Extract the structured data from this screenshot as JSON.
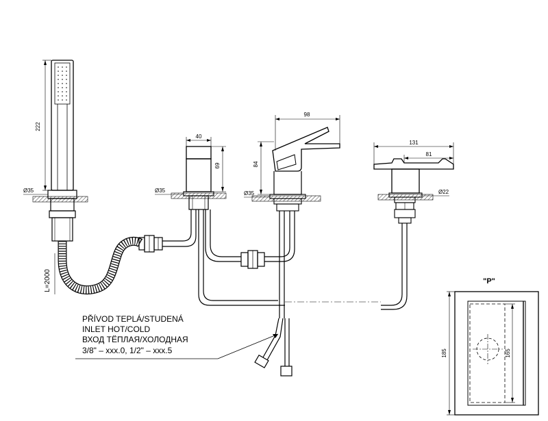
{
  "dimensions": {
    "shower_length": "222",
    "shower_hole_dia": "Ø35",
    "hose_length": "L=2000",
    "valve_width": "40",
    "valve_height": "69",
    "valve_hole_dia": "Ø35",
    "mixer_reach": "98",
    "mixer_height": "84",
    "mixer_hole_dia": "Ø35",
    "spout_length": "131",
    "spout_outlet": "81",
    "spout_hole_dia": "Ø22",
    "panel_height_outer": "185",
    "panel_height_inner": "165"
  },
  "detail_label": "\"P\"",
  "inlet_text": [
    "PŘÍVOD TEPLÁ/STUDENÁ",
    "INLET HOT/COLD",
    "ВХОД ТЁПЛАЯ/ХОЛОДНАЯ",
    "3/8\" – xxx.0, 1/2\" – xxx.5"
  ],
  "colors": {
    "line": "#000000",
    "background": "#ffffff"
  }
}
